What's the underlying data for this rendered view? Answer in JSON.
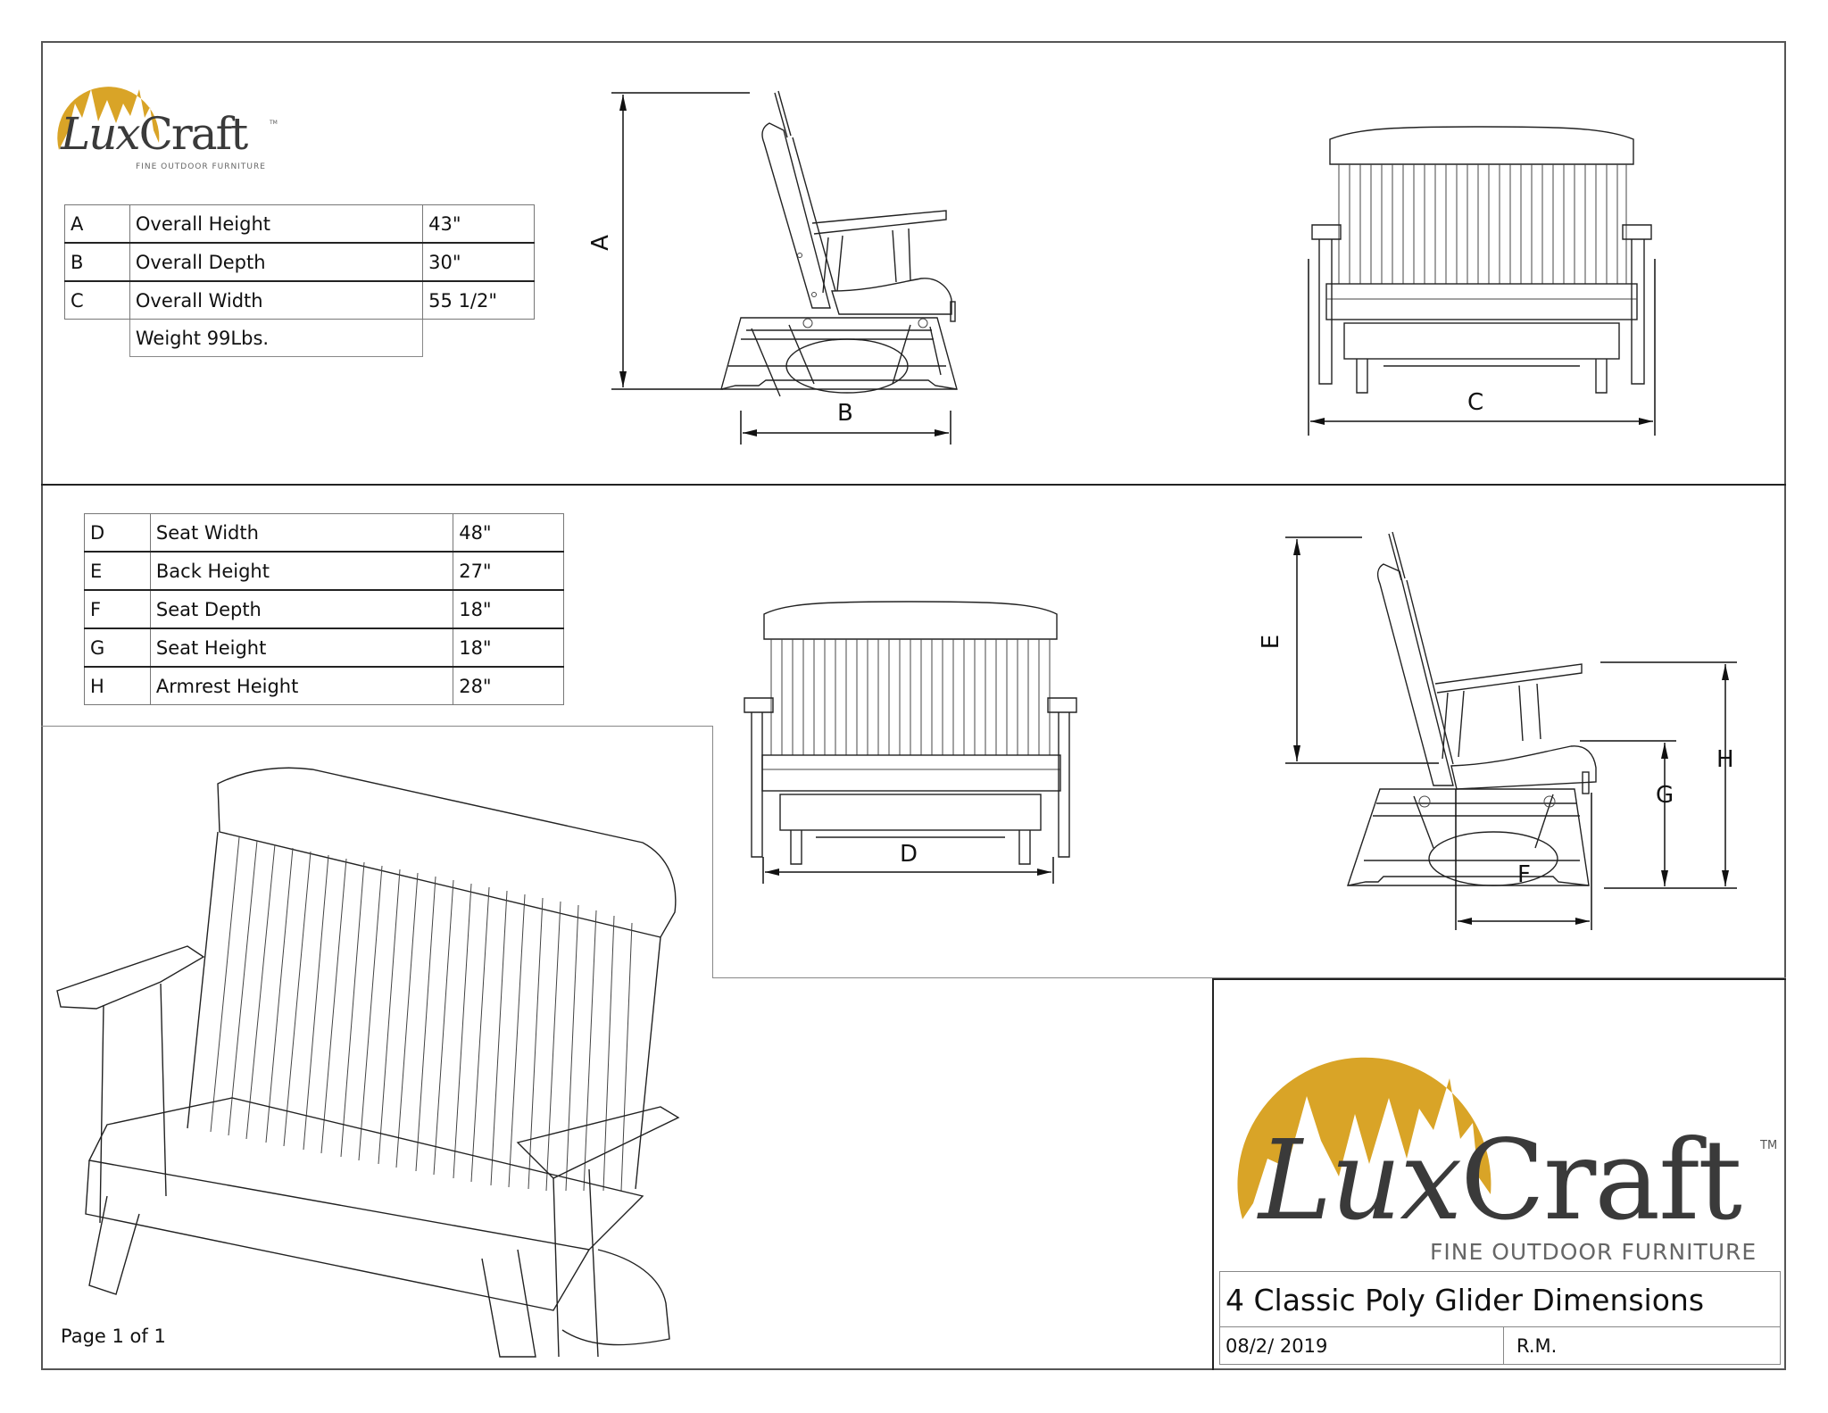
{
  "document": {
    "title": "4 Classic Poly Glider Dimensions",
    "date": "08/2/ 2019",
    "author": "R.M.",
    "page": "Page 1 of 1"
  },
  "brand": {
    "name_part1": "Lux",
    "name_part2": "Craft",
    "trademark": "TM",
    "tagline": "FINE OUTDOOR FURNITURE",
    "colors": {
      "gold": "#D9A427",
      "text": "#3A3A3A",
      "tagline": "#666666"
    }
  },
  "overall_dimensions": {
    "rows": [
      {
        "key": "A",
        "label": "Overall Height",
        "value": "43\""
      },
      {
        "key": "B",
        "label": "Overall Depth",
        "value": "30\""
      },
      {
        "key": "C",
        "label": "Overall Width",
        "value": "55 1/2\""
      }
    ],
    "weight": "Weight 99Lbs."
  },
  "seat_dimensions": {
    "rows": [
      {
        "key": "D",
        "label": "Seat Width",
        "value": "48\""
      },
      {
        "key": "E",
        "label": "Back Height",
        "value": "27\""
      },
      {
        "key": "F",
        "label": "Seat Depth",
        "value": "18\""
      },
      {
        "key": "G",
        "label": "Seat Height",
        "value": "18\""
      },
      {
        "key": "H",
        "label": "Armrest Height",
        "value": "28\""
      }
    ]
  },
  "drawings": {
    "side_view_overall": {
      "height_label": "A",
      "depth_label": "B"
    },
    "front_view_overall": {
      "width_label": "C"
    },
    "front_view_seat": {
      "width_label": "D"
    },
    "side_view_seat": {
      "back_label": "E",
      "depth_label": "F",
      "seat_height_label": "G",
      "arm_height_label": "H"
    }
  }
}
